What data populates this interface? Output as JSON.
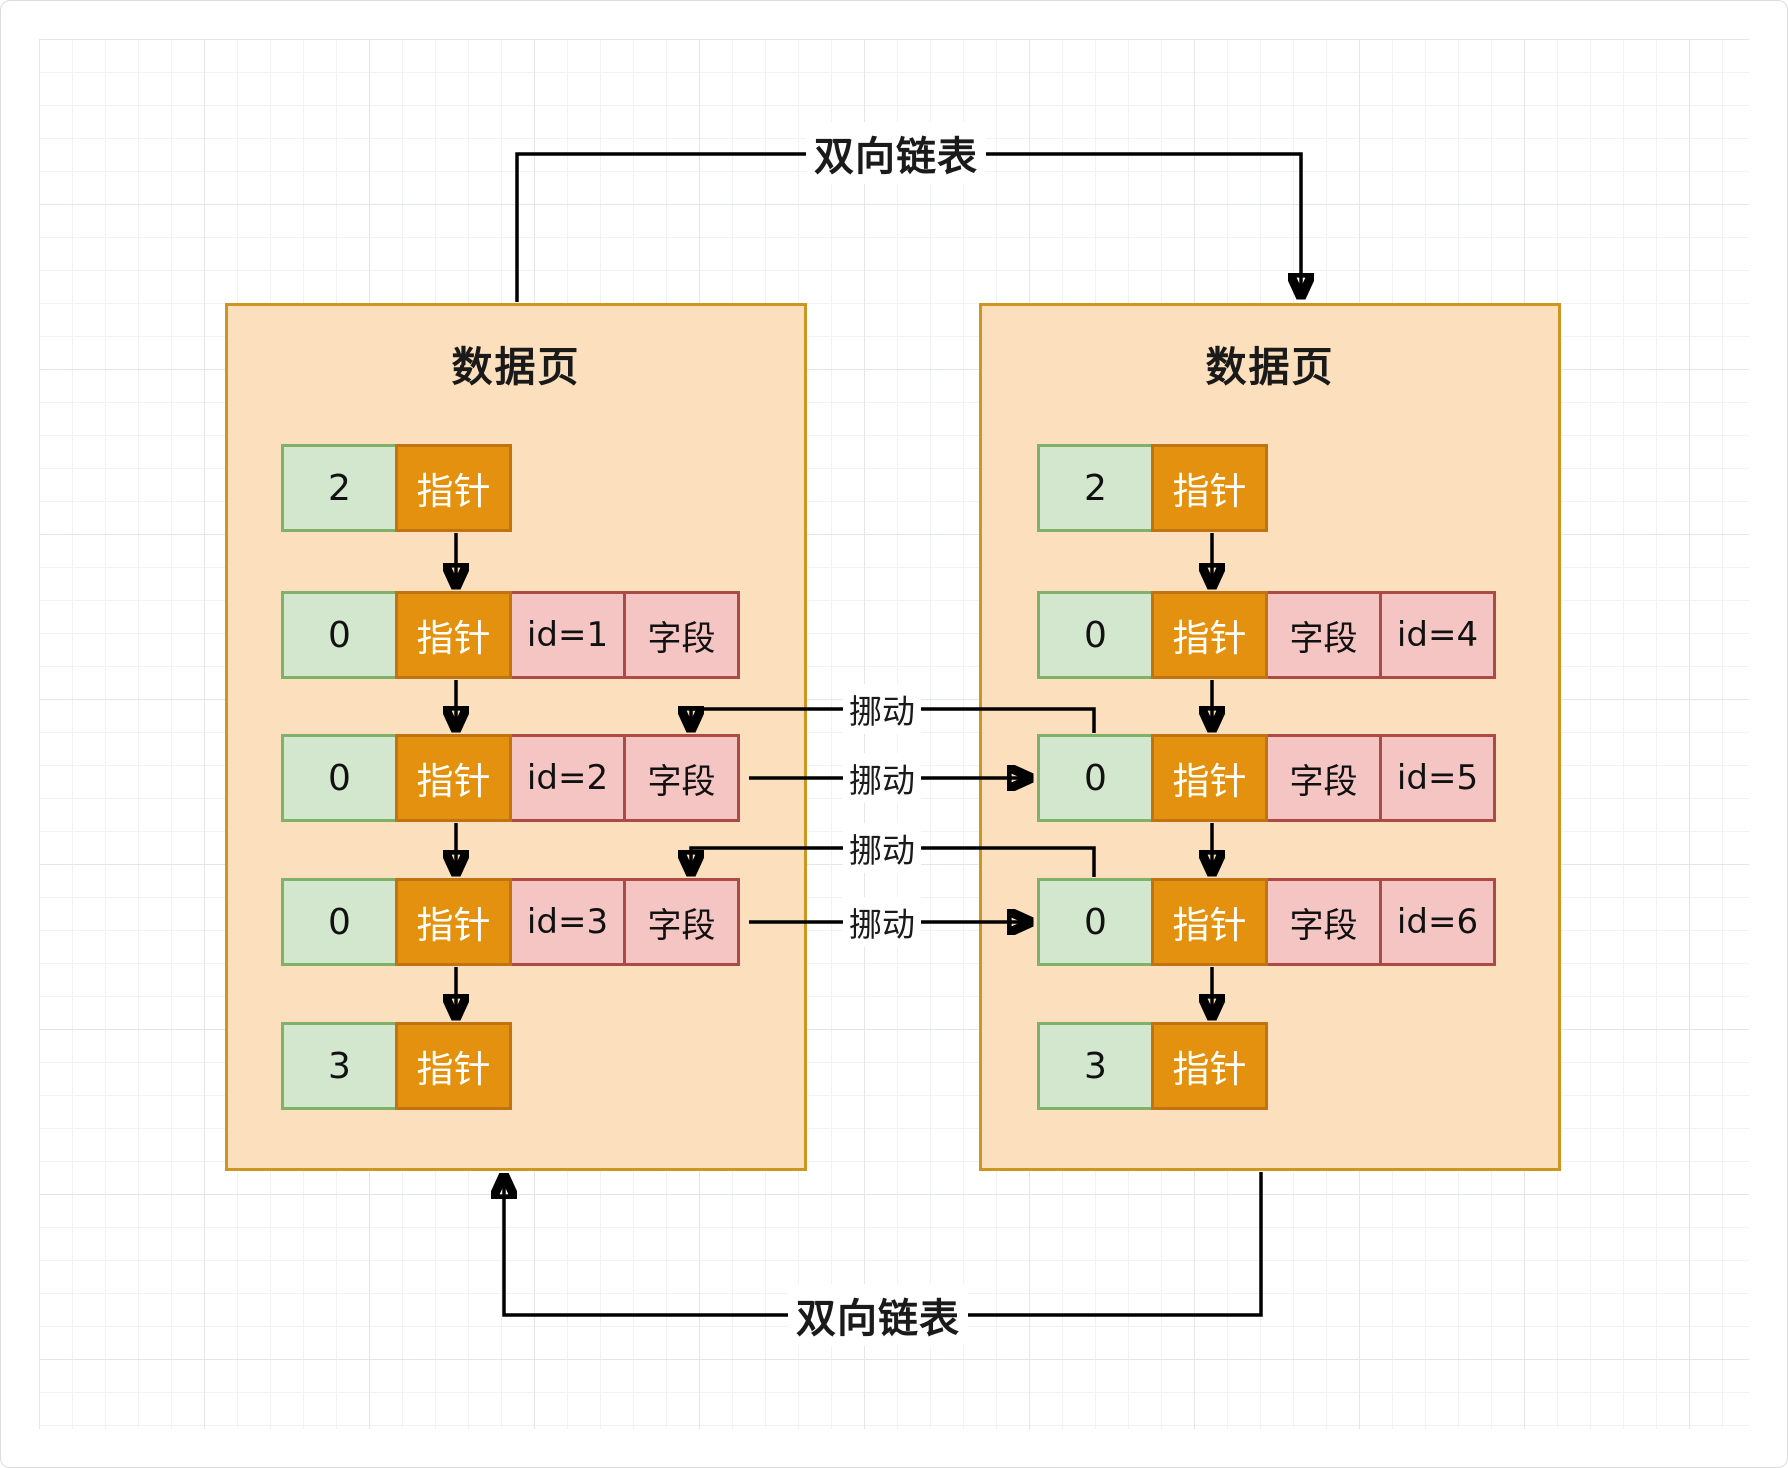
{
  "pages": [
    {
      "title": "数据页",
      "rows": [
        [
          "2",
          "指针"
        ],
        [
          "0",
          "指针",
          "id=1",
          "字段"
        ],
        [
          "0",
          "指针",
          "id=2",
          "字段"
        ],
        [
          "0",
          "指针",
          "id=3",
          "字段"
        ],
        [
          "3",
          "指针"
        ]
      ]
    },
    {
      "title": "数据页",
      "rows": [
        [
          "2",
          "指针"
        ],
        [
          "0",
          "指针",
          "字段",
          "id=4"
        ],
        [
          "0",
          "指针",
          "字段",
          "id=5"
        ],
        [
          "0",
          "指针",
          "字段",
          "id=6"
        ],
        [
          "3",
          "指针"
        ]
      ]
    }
  ],
  "connectors": {
    "top_link_label": "双向链表",
    "bottom_link_label": "双向链表",
    "move_labels": [
      "挪动",
      "挪动",
      "挪动",
      "挪动"
    ]
  },
  "colors": {
    "page-fill": "#FCE0BE",
    "page-border": "#CE9620",
    "count-fill": "#D3E6CE",
    "count-border": "#7FB169",
    "pointer-fill": "#E3910F",
    "pointer-border": "#BF7312",
    "record-fill": "#F4C5C3",
    "record-border": "#AC4A45",
    "arrow": "#000000",
    "ink": "#1A1A1A"
  }
}
